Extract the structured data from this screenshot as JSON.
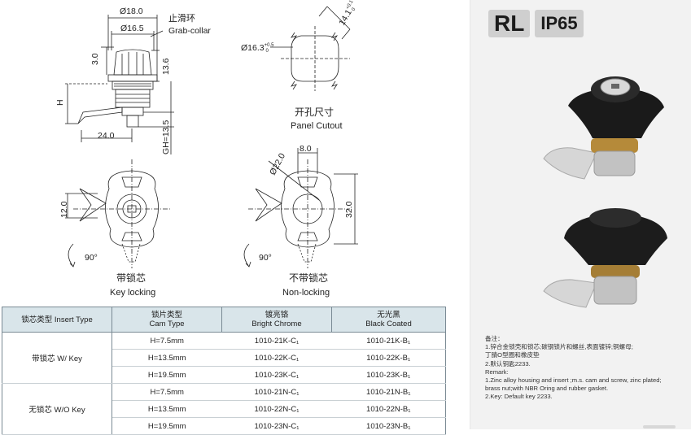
{
  "drawing": {
    "dim_d18": "Ø18.0",
    "dim_d165": "Ø16.5",
    "grab_collar_cn": "止滑环",
    "grab_collar_en": "Grab-collar",
    "dim_3": "3.0",
    "dim_136": "13.6",
    "dim_h": "H",
    "dim_24": "24.0",
    "dim_gh": "GH=13.5",
    "cutout_d": "Ø16.3",
    "cutout_d_tol": "+0.5",
    "cutout_d_tol2": "0",
    "cutout_flat": "14.1",
    "cutout_flat_tol": "+0.1",
    "cutout_flat_tol2": "0",
    "cutout_cn": "开孔尺寸",
    "cutout_en": "Panel Cutout",
    "dim_12": "12.0",
    "dim_90_left": "90°",
    "key_cn": "带锁芯",
    "key_en": "Key locking",
    "dim_8": "8.0",
    "dim_d22": "Ø22.0",
    "dim_32": "32.0",
    "dim_90_right": "90°",
    "nonkey_cn": "不带锁芯",
    "nonkey_en": "Non-locking"
  },
  "brand": {
    "model": "RL",
    "rating": "IP65"
  },
  "notes": {
    "title_cn": "备注：",
    "line1_cn": "1.锌合金锁壳和锁芯;碳钢锁片和螺丝,表面镀锌;铜螺母;",
    "line2_cn": "丁腈O型圈和橡皮垫",
    "line3_cn": "2.默认钥匙2233.",
    "title_en": "Remark:",
    "line1_en": "1.Zinc alloy housing and insert ;m.s. cam and screw, zinc plated;",
    "line2_en": "brass nut;with NBR Oring and rubber gasket.",
    "line3_en": "2.Key: Default key 2233."
  },
  "table": {
    "h_insert": "锁芯类型 Insert Type",
    "h_cam_cn": "锁片类型",
    "h_cam_en": "Cam Type",
    "h_bright_cn": "镀亮铬",
    "h_bright_en": "Bright Chrome",
    "h_black_cn": "无光黑",
    "h_black_en": "Black Coated",
    "groups": [
      {
        "label": "带锁芯 W/ Key",
        "rows": [
          {
            "cam": "H=7.5mm",
            "chrome": "1010-21K-C₁",
            "black": "1010-21K-B₁"
          },
          {
            "cam": "H=13.5mm",
            "chrome": "1010-22K-C₁",
            "black": "1010-22K-B₁"
          },
          {
            "cam": "H=19.5mm",
            "chrome": "1010-23K-C₁",
            "black": "1010-23K-B₁"
          }
        ]
      },
      {
        "label": "无锁芯 W/O Key",
        "rows": [
          {
            "cam": "H=7.5mm",
            "chrome": "1010-21N-C₁",
            "black": "1010-21N-B₁"
          },
          {
            "cam": "H=13.5mm",
            "chrome": "1010-22N-C₁",
            "black": "1010-22N-B₁"
          },
          {
            "cam": "H=19.5mm",
            "chrome": "1010-23N-C₁",
            "black": "1010-23N-B₁"
          }
        ]
      }
    ]
  }
}
